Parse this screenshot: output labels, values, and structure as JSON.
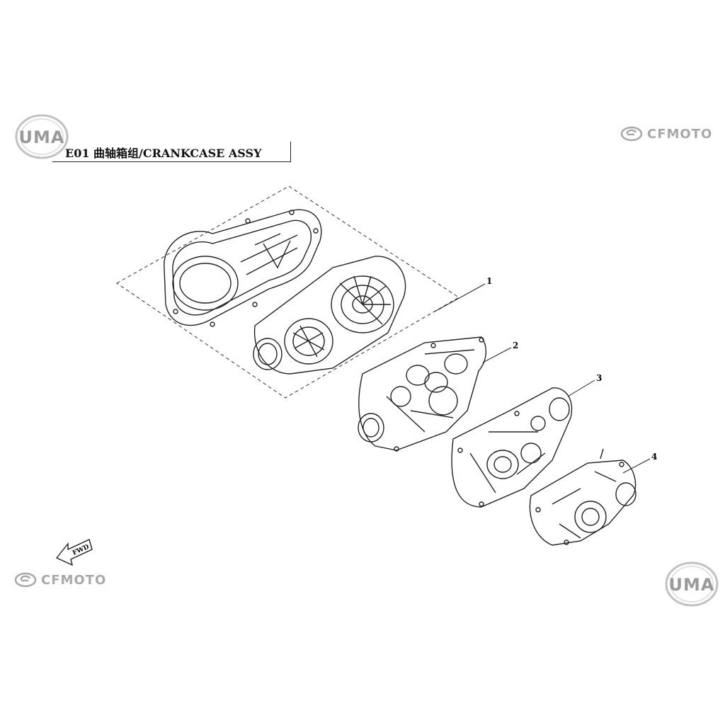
{
  "header": {
    "title": "E01 曲轴箱组/CRANKCASE ASSY"
  },
  "logos": {
    "uma_text": "UMA",
    "cfmoto_text": "CFMOTO"
  },
  "callouts": [
    {
      "id": "1",
      "label": "1"
    },
    {
      "id": "2",
      "label": "2"
    },
    {
      "id": "3",
      "label": "3"
    },
    {
      "id": "4",
      "label": "4"
    }
  ],
  "direction": {
    "label": "FWD"
  },
  "colors": {
    "line": "#222222",
    "logo_gray": "#9a9a9a"
  }
}
